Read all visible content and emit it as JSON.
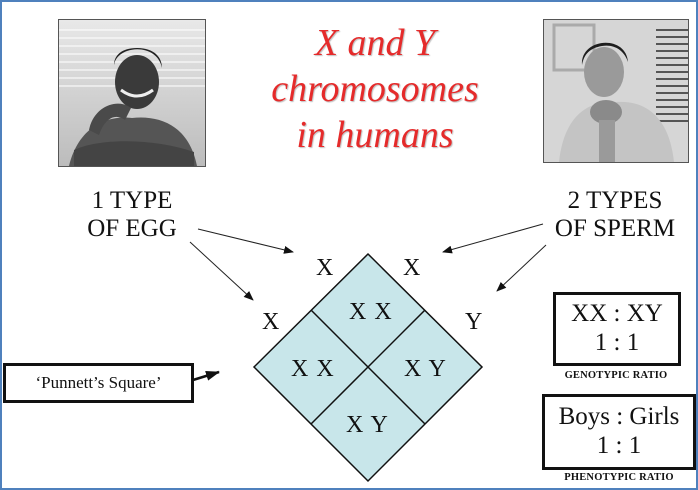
{
  "title": {
    "line1": "X and Y",
    "line2": "chromosomes",
    "line3": "in humans",
    "color": "#e52b2b"
  },
  "female": {
    "photo": "female-portrait-photo",
    "label_line1": "1 TYPE",
    "label_line2": "OF EGG"
  },
  "male": {
    "photo": "male-portrait-photo",
    "label_line1": "2 TYPES",
    "label_line2": "OF SPERM"
  },
  "punnett": {
    "callout": "‘Punnett’s Square’",
    "fill_color": "#c8e6ea",
    "alleles": {
      "egg_top": "X",
      "egg_left": "X",
      "sperm_top": "X",
      "sperm_right": "Y"
    },
    "cells": {
      "top": "X X",
      "left": "X X",
      "right": "X Y",
      "bottom": "X Y"
    }
  },
  "genotypic": {
    "line1": "XX : XY",
    "line2": "1 : 1",
    "caption": "GENOTYPIC RATIO"
  },
  "phenotypic": {
    "line1": "Boys : Girls",
    "line2": "1 : 1",
    "caption": "PHENOTYPIC RATIO"
  },
  "border_color": "#4f81bd"
}
